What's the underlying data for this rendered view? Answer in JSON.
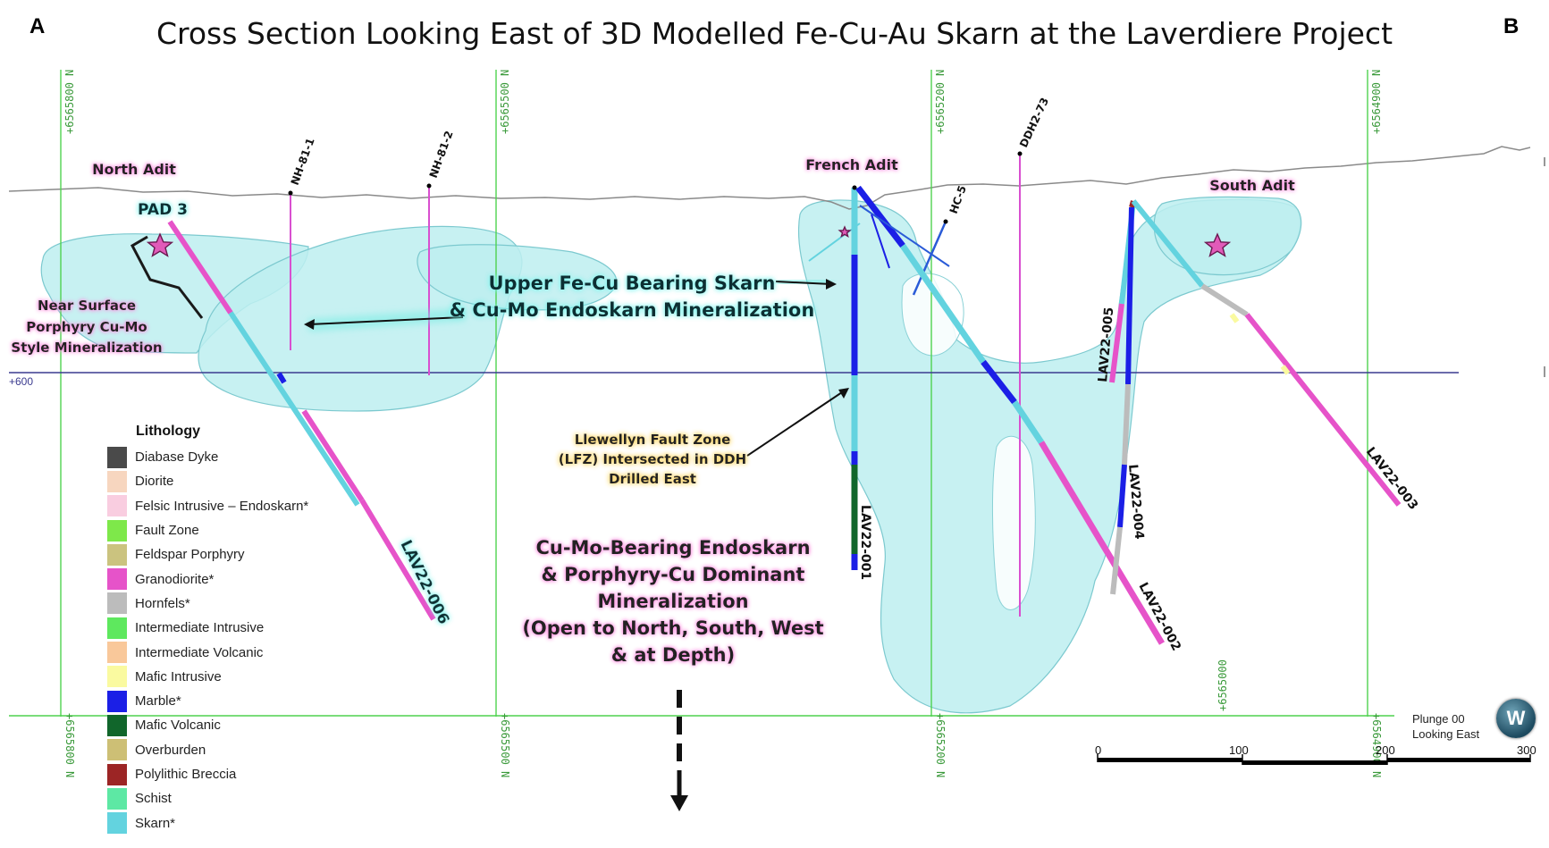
{
  "header": {
    "corner_left": "A",
    "corner_right": "B",
    "title": "Cross Section Looking East of 3D Modelled Fe-Cu-Au Skarn at the Laverdiere Project"
  },
  "grid": {
    "northings": [
      "+6565800 N",
      "+6565500 N",
      "+6565200 N",
      "+6564900 N"
    ],
    "elevation_label": "+600",
    "easting_label": "+6565000"
  },
  "labels": {
    "north_adit": "North Adit",
    "french_adit": "French Adit",
    "south_adit": "South Adit",
    "pad3": "PAD 3",
    "near_surface": [
      "Near Surface",
      "Porphyry Cu-Mo",
      "Style Mineralization"
    ],
    "upper_skarn": [
      "Upper Fe-Cu Bearing Skarn",
      "& Cu-Mo Endoskarn Mineralization"
    ],
    "lfz": [
      "Llewellyn  Fault Zone",
      "(LFZ) Intersected in DDH",
      "Drilled East"
    ],
    "endoskarn": [
      "Cu-Mo-Bearing Endoskarn",
      "& Porphyry-Cu Dominant",
      "Mineralization",
      "(Open to North, South, West",
      "& at Depth)"
    ]
  },
  "drillholes": [
    "NH-81-1",
    "NH-81-2",
    "HC-5",
    "DDH2-73",
    "LAV22-006",
    "LAV22-001",
    "LAV22-002",
    "LAV22-003",
    "LAV22-004",
    "LAV22-005"
  ],
  "legend": {
    "title": "Lithology",
    "items": [
      {
        "label": "Diabase Dyke",
        "color": "#4a4a4a"
      },
      {
        "label": "Diorite",
        "color": "#f7d6bf"
      },
      {
        "label": "Felsic Intrusive – Endoskarn*",
        "color": "#f9cde0"
      },
      {
        "label": "Fault Zone",
        "color": "#7ee84a"
      },
      {
        "label": "Feldspar Porphyry",
        "color": "#cbc37f"
      },
      {
        "label": "Granodiorite*",
        "color": "#e653c9"
      },
      {
        "label": "Hornfels*",
        "color": "#bcbcbc"
      },
      {
        "label": "Intermediate Intrusive",
        "color": "#5ee85e"
      },
      {
        "label": "Intermediate Volcanic",
        "color": "#f9c89a"
      },
      {
        "label": "Mafic Intrusive",
        "color": "#fafaa0"
      },
      {
        "label": "Marble*",
        "color": "#1b1fe6"
      },
      {
        "label": "Mafic Volcanic",
        "color": "#11662b"
      },
      {
        "label": "Overburden",
        "color": "#cdbf75"
      },
      {
        "label": "Polylithic Breccia",
        "color": "#9c2525"
      },
      {
        "label": "Schist",
        "color": "#5de8a4"
      },
      {
        "label": "Skarn*",
        "color": "#63d3df"
      }
    ]
  },
  "scale": {
    "ticks": [
      "0",
      "100",
      "200",
      "300"
    ]
  },
  "view": {
    "plunge": "Plunge 00",
    "looking": "Looking East",
    "compass": "W"
  },
  "colors": {
    "skarn_fill": "#a8e6ea",
    "grid": "#4fd24f",
    "elevation": "#3b3b8f",
    "label_glow": "#ff7fd6"
  }
}
